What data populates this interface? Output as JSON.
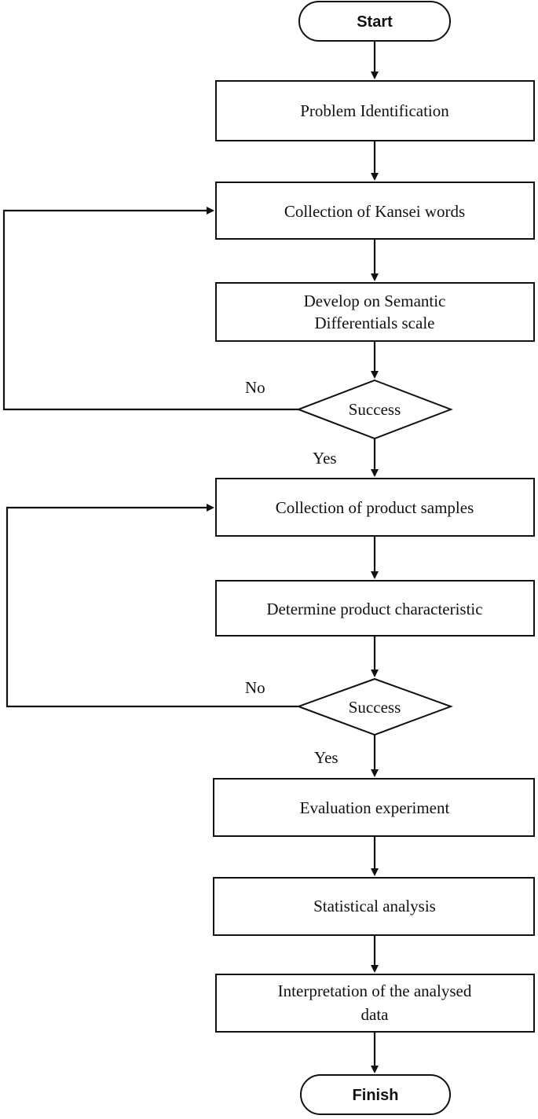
{
  "flowchart": {
    "start": "Start",
    "problem_identification": "Problem Identification",
    "collection_kansei": "Collection of Kansei words",
    "develop_sd_line1": "Develop on Semantic",
    "develop_sd_line2": "Differentials scale",
    "decision1": "Success",
    "decision1_no": "No",
    "decision1_yes": "Yes",
    "collection_samples": "Collection of product samples",
    "determine_characteristic": "Determine product characteristic",
    "decision2": "Success",
    "decision2_no": "No",
    "decision2_yes": "Yes",
    "evaluation": "Evaluation experiment",
    "statistical": "Statistical analysis",
    "interpretation_line1": "Interpretation of the analysed",
    "interpretation_line2": "data",
    "finish": "Finish"
  },
  "colors": {
    "stroke": "#111111",
    "fill": "#ffffff"
  }
}
